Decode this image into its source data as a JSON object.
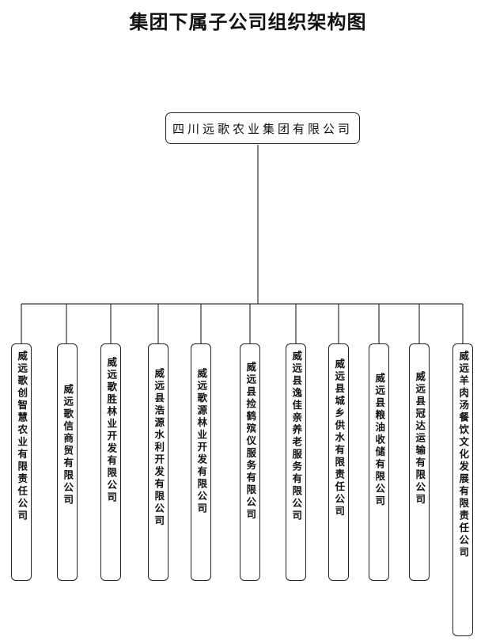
{
  "title": "集团下属子公司组织架构图",
  "root": "四川远歌农业集团有限公司",
  "subsidiaries": [
    "威远歌创智慧农业有限责任公司",
    "威远歌信商贸有限公司",
    "威远歌胜林业开发有限公司",
    "威远县浩源水利开发有限公司",
    "威远歌源林业开发有限公司",
    "威远县捡鹤殡仪服务有限公司",
    "威远县逸佳亲养老服务有限公司",
    "威远县城乡供水有限责任公司",
    "威远县粮油收储有限公司",
    "威远县冠达运输有限公司",
    "威远羊肉汤餐饮文化发展有限责任公司"
  ]
}
